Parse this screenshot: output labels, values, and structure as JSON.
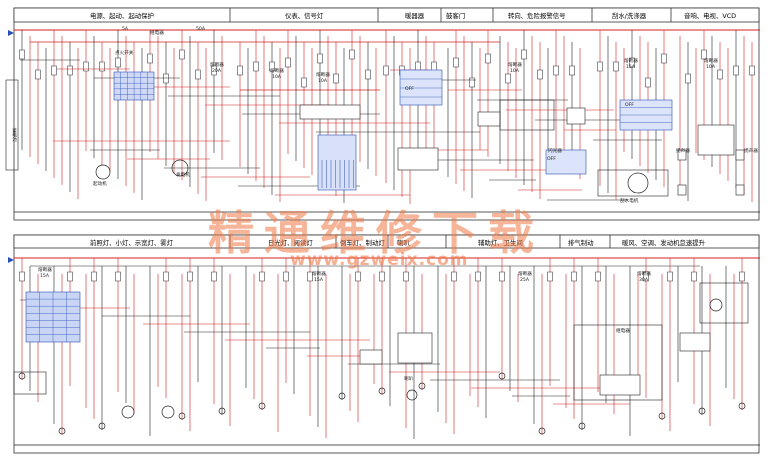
{
  "sections_top": [
    {
      "label": "电源、起动、起动保护"
    },
    {
      "label": "仪表、信号灯"
    },
    {
      "label": "暖器器"
    },
    {
      "label": "鼓客门"
    },
    {
      "label": "转向、危险报警信号"
    },
    {
      "label": "刮水/洗涤器"
    },
    {
      "label": "音响、电视、VCD"
    }
  ],
  "sections_bottom": [
    {
      "label": "前照灯、小灯、示宽灯、雾灯"
    },
    {
      "label": "日光灯、阅读灯"
    },
    {
      "label": "倒车灯、制动灯"
    },
    {
      "label": "喇叭"
    },
    {
      "label": "辅助灯、卫生间"
    },
    {
      "label": "排气制动"
    },
    {
      "label": "暖风、空调、发动机怠速提升"
    }
  ],
  "components": {
    "fuse": "熔断器",
    "fuse_5a": "5A",
    "fuse_10a": "10A",
    "fuse_15a": "15A",
    "fuse_20a": "20A",
    "fuse_25a": "25A",
    "fuse_30a": "30A",
    "fuse_50a": "50A",
    "relay": "继电器",
    "battery": "蓄电池",
    "starter": "起动机",
    "generator": "发电机",
    "ignition_switch": "点火开关",
    "speaker": "扬声器",
    "wiper_motor": "刮水电机",
    "horn": "喇叭",
    "flasher": "闪光器",
    "off": "OFF"
  },
  "watermark": {
    "cn": "精通维修下载",
    "url": "www.gzweix.com"
  }
}
